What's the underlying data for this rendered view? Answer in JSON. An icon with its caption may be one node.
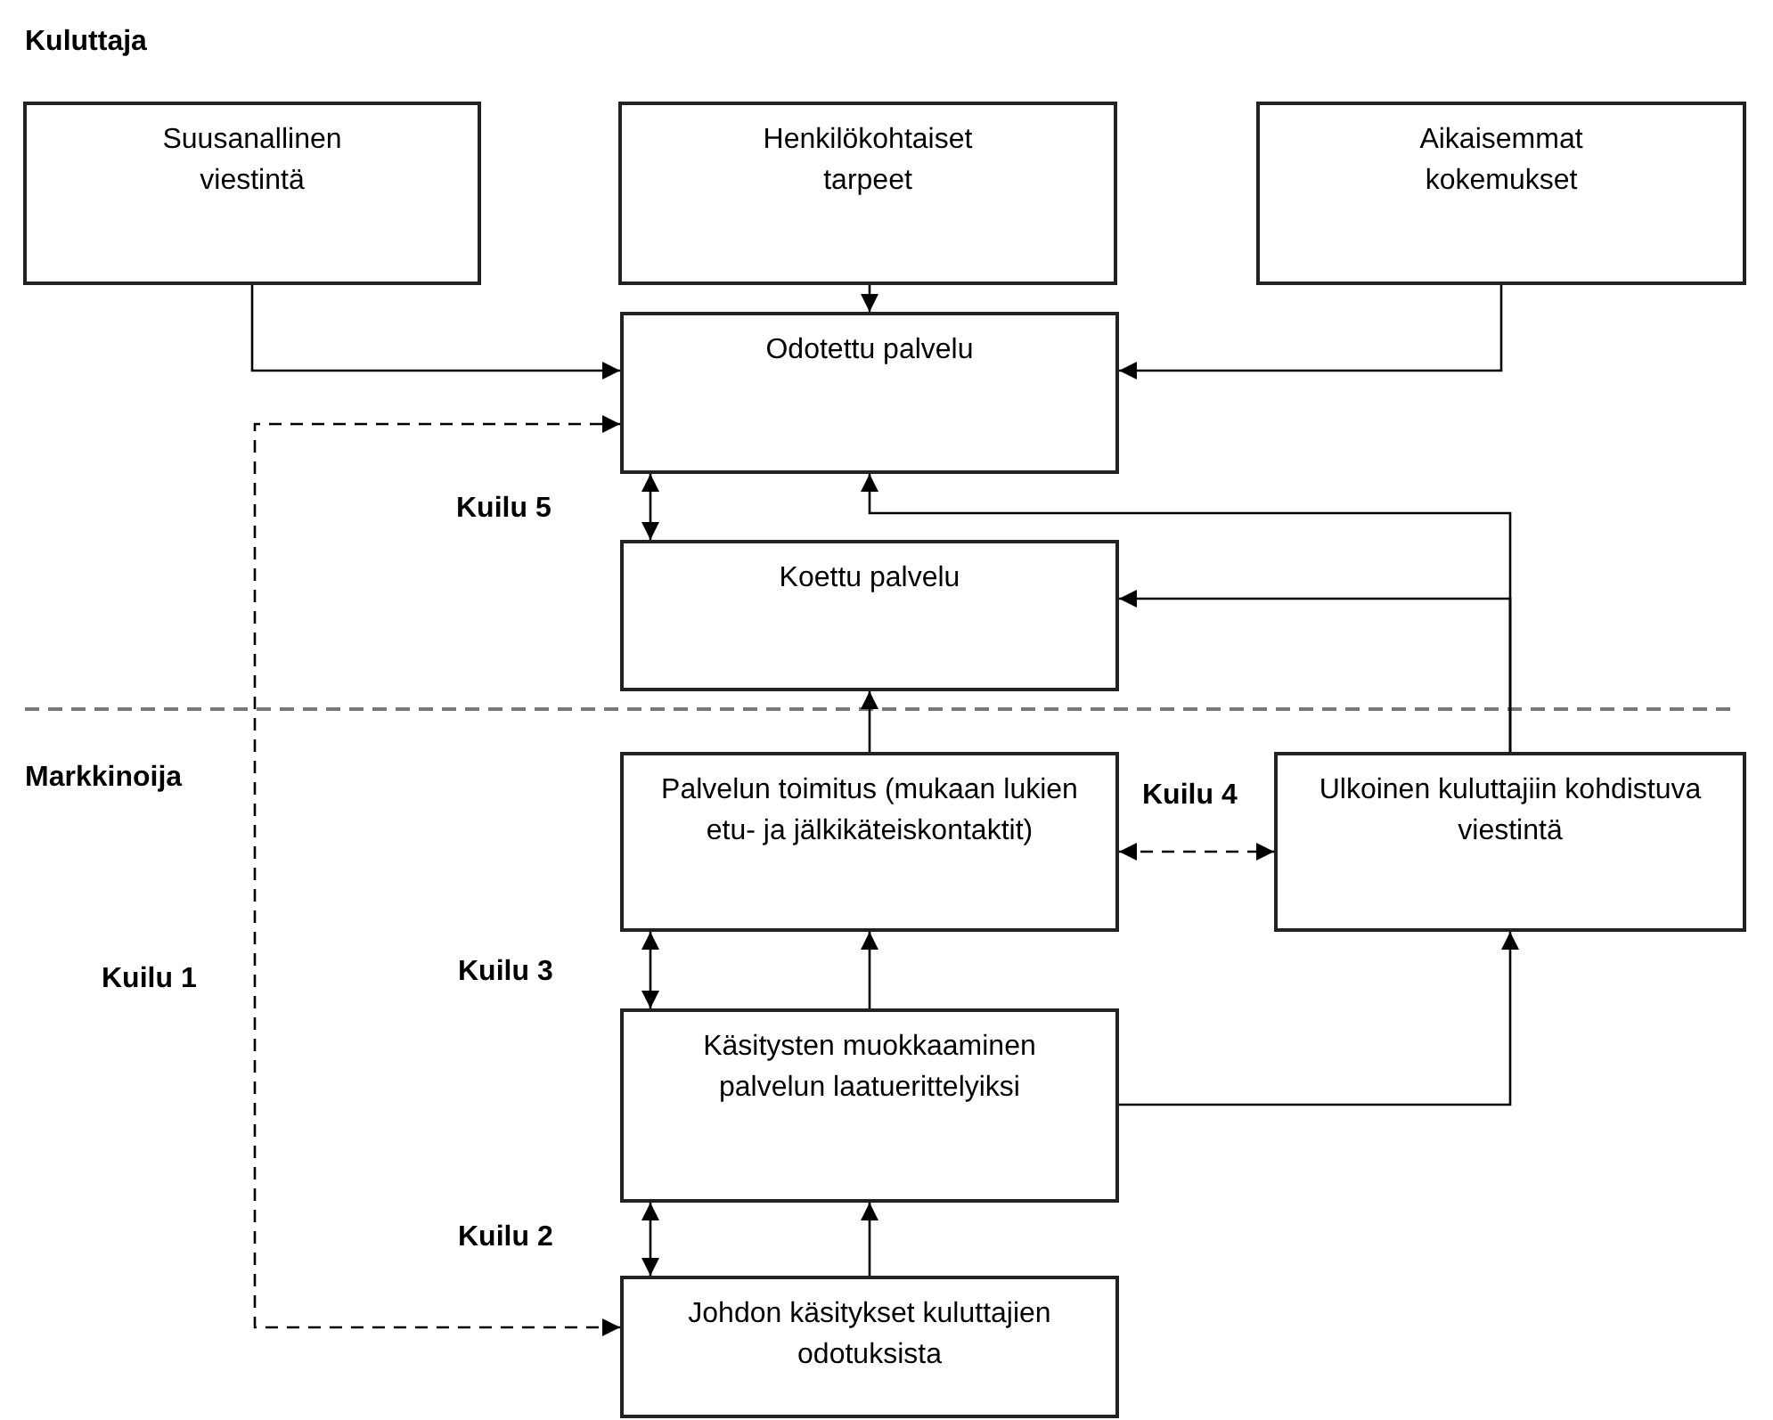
{
  "diagram": {
    "nodes": [
      {
        "text": [
          "Suusanallinen viestintä"
        ]
      },
      {
        "text": [
          "Henkilökohtaiset tarpeet"
        ]
      },
      {
        "text": [
          "Aikaisemmat kokemukset"
        ]
      },
      {
        "text": [
          "Odotettu palvelu"
        ]
      },
      {
        "text": [
          "Koettu palvelu"
        ]
      },
      {
        "text": [
          "Palvelun toimitus (mukaan lukien etu- ja jälkikäteiskontaktit)"
        ]
      },
      {
        "text": [
          "Ulkoinen kuluttajiin kohdistuva viestintä"
        ]
      },
      {
        "text": [
          "Käsitysten muokkaaminen palvelun laatuerittelyiksi"
        ]
      },
      {
        "text": [
          "Johdon käsitykset kuluttajien odotuksista"
        ]
      }
    ],
    "edges": [
      {
        "from": 0,
        "to": 3,
        "arrow": "to"
      },
      {
        "from": 1,
        "to": 3,
        "arrow": "to"
      },
      {
        "from": 2,
        "to": 3,
        "arrow": "to"
      },
      {
        "from": 4,
        "to": 3,
        "arrow": "both",
        "label": "Kuilu 5"
      },
      {
        "from": 6,
        "to": 3,
        "arrow": "to"
      },
      {
        "from": 6,
        "to": 4,
        "arrow": "to"
      },
      {
        "from": 5,
        "to": 4,
        "arrow": "to"
      },
      {
        "from": 5,
        "to": 6,
        "arrow": "both",
        "style": "dashed",
        "label": "Kuilu 4"
      },
      {
        "from": 7,
        "to": 5,
        "arrow": "to"
      },
      {
        "from": 7,
        "to": 5,
        "arrow": "both",
        "label": "Kuilu 3"
      },
      {
        "from": 7,
        "to": 6,
        "arrow": "to"
      },
      {
        "from": 8,
        "to": 7,
        "arrow": "to"
      },
      {
        "from": 8,
        "to": 7,
        "arrow": "both",
        "label": "Kuilu 2"
      },
      {
        "from": 8,
        "to": 3,
        "arrow": "both",
        "style": "dashed",
        "label": "Kuilu 1"
      }
    ],
    "labels": [
      "Kuluttaja",
      "Markkinoija"
    ]
  }
}
